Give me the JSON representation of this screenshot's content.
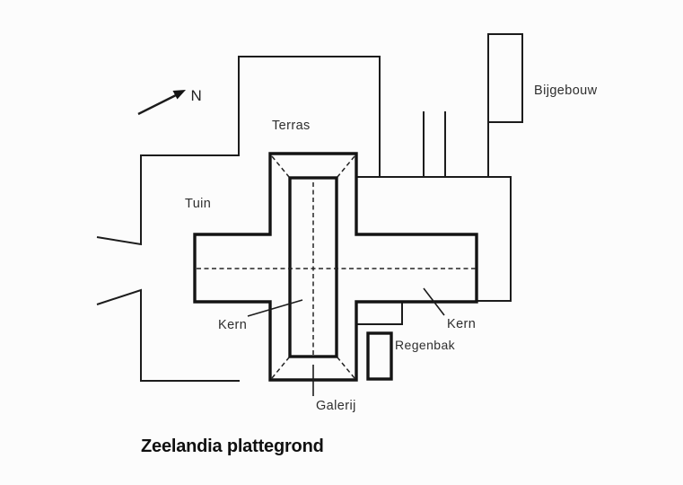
{
  "title": "Zeelandia plattegrond",
  "compass": {
    "label": "N"
  },
  "labels": {
    "terras": "Terras",
    "tuin": "Tuin",
    "bijgebouw": "Bijgebouw",
    "kern_left": "Kern",
    "kern_right": "Kern",
    "regenbak": "Regenbak",
    "galerij": "Galerij"
  },
  "colors": {
    "line": "#1c1c1c",
    "thick_line": "#141414",
    "label_text": "#2e2e2e",
    "title_text": "#101010",
    "background": "#fcfcfc"
  }
}
